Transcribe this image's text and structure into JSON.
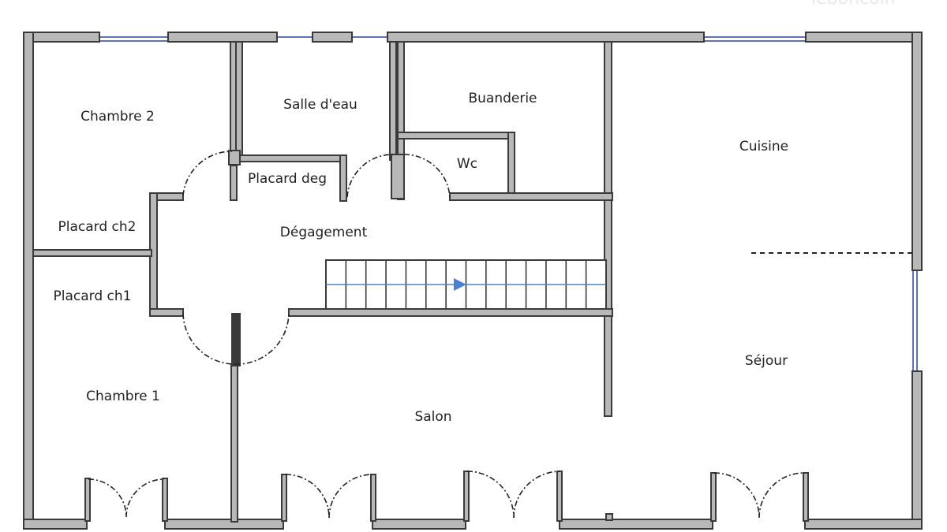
{
  "rooms": {
    "chambre_2": "Chambre 2",
    "salle_deau": "Salle d'eau",
    "buanderie": "Buanderie",
    "cuisine": "Cuisine",
    "placard_deg": "Placard deg",
    "wc": "Wc",
    "placard_ch2": "Placard ch2",
    "degagement": "Dégagement",
    "placard_ch1": "Placard ch1",
    "sejour": "Séjour",
    "chambre_1": "Chambre 1",
    "salon": "Salon"
  },
  "watermark": "leboncoin",
  "colors": {
    "wall_fill": "#b8b8b8",
    "wall_stroke": "#3a3a3a",
    "window": "#5f72b8",
    "stair_arrow": "#4a80d0"
  }
}
